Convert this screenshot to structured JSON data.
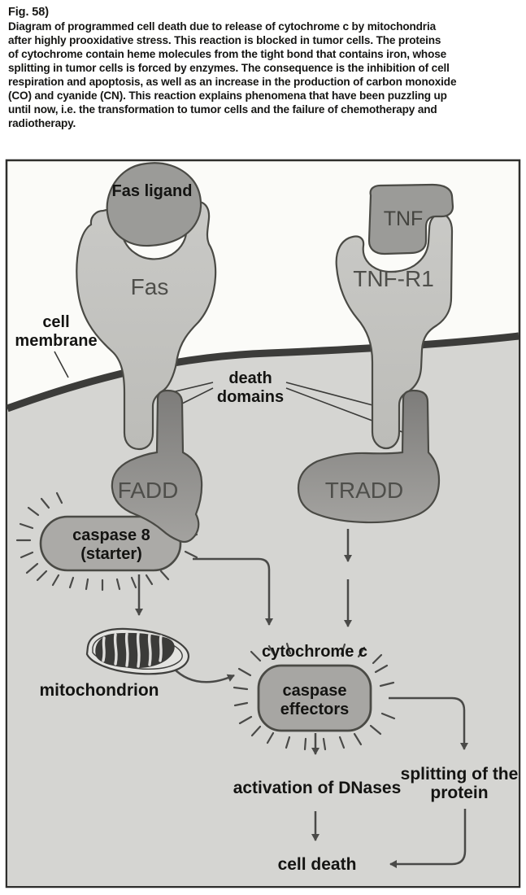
{
  "caption": {
    "figure_label": "Fig. 58)",
    "lines": [
      "Diagram of programmed cell death due to release of  cytochrome c by mitochondria",
      "after highly prooxidative stress. This reaction is blocked in tumor cells. The proteins",
      "of cytochrome contain heme molecules from the tight bond that contains iron, whose",
      "splitting in tumor cells is forced by enzymes. The consequence is the inhibition of cell",
      "respiration and apoptosis, as well as an increase in the production of carbon monoxide",
      "(CO) and cyanide (CN). This reaction explains phenomena that have been puzzling up",
      "until now, i.e. the transformation to tumor cells and the failure of chemotherapy and",
      "radiotherapy."
    ]
  },
  "diagram": {
    "fas_ligand": "Fas ligand",
    "fas": "Fas",
    "tnf": "TNF",
    "tnf_r1": "TNF-R1",
    "cell_membrane_line1": "cell",
    "cell_membrane_line2": "membrane",
    "death_domains_line1": "death",
    "death_domains_line2": "domains",
    "fadd": "FADD",
    "tradd": "TRADD",
    "caspase8_line1": "caspase 8",
    "caspase8_line2": "(starter)",
    "mitochondrion": "mitochondrion",
    "cytochrome_c": "cytochrome c",
    "caspase_effectors_line1": "caspase",
    "caspase_effectors_line2": "effectors",
    "activation_of_dnases": "activation of DNases",
    "splitting_line1": "splitting of the",
    "splitting_line2": "protein",
    "cell_death": "cell death"
  },
  "colors": {
    "page_background": "#ffffff",
    "figure_border": "#2e2e2c",
    "outside_cell": "#fbfbf8",
    "inside_cell": "#d5d5d2",
    "membrane": "#3c3c3a",
    "receptor_fill": "#c3c3c0",
    "ligand_fill": "#9b9b98",
    "adapter_dark": "#807f7d",
    "adapter_light": "#a2a19f",
    "pill_fill": "#abaaa7",
    "outline": "#4a4a45",
    "arrow": "#4a4a48",
    "text_black": "#141412",
    "text_gray": "#4e4e4a"
  }
}
